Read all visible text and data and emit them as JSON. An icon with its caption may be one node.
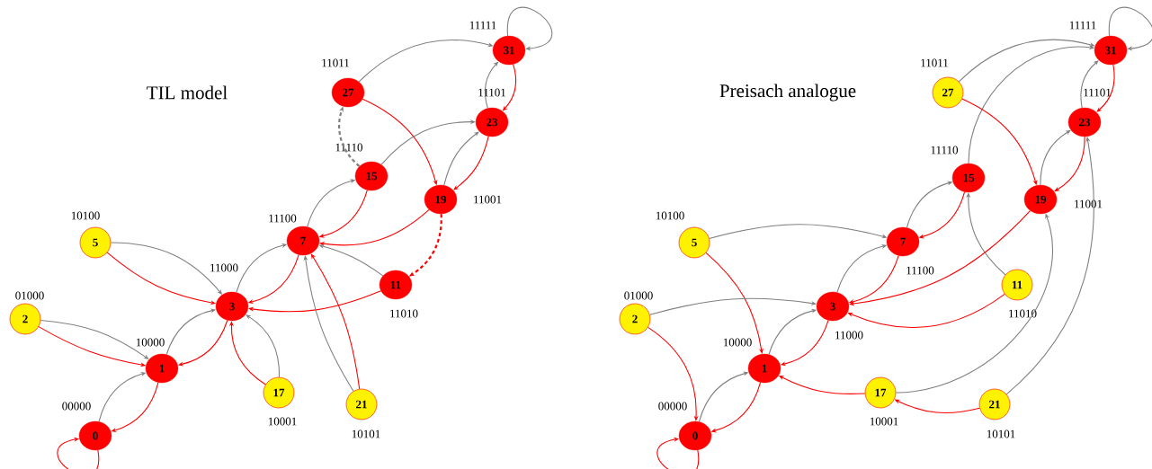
{
  "diagram": {
    "nodes": [
      {
        "text": [
          "31"
        ],
        "beside": [
          "11111"
        ]
      },
      {
        "text": [
          "27"
        ],
        "beside": [
          "11011"
        ]
      },
      {
        "text": [
          "23"
        ],
        "beside": [
          "11101"
        ]
      },
      {
        "text": [
          "15"
        ],
        "beside": [
          "11110"
        ]
      },
      {
        "text": [
          "19"
        ],
        "beside": [
          "11001"
        ]
      },
      {
        "text": [
          "5"
        ],
        "beside": [
          "10100"
        ]
      },
      {
        "text": [
          "7"
        ],
        "beside": [
          "11100"
        ]
      },
      {
        "text": [
          "11"
        ],
        "beside": [
          "11010"
        ]
      },
      {
        "text": [
          "2"
        ],
        "beside": [
          "01000"
        ]
      },
      {
        "text": [
          "3"
        ],
        "beside": [
          "11000"
        ]
      },
      {
        "text": [
          "1"
        ],
        "beside": [
          "10000"
        ]
      },
      {
        "text": [
          "17"
        ],
        "beside": [
          "10001"
        ]
      },
      {
        "text": [
          "21"
        ],
        "beside": [
          "10101"
        ]
      },
      {
        "text": [
          "0"
        ],
        "beside": [
          "00000"
        ]
      },
      {
        "text": [
          "31"
        ],
        "beside": [
          "11111"
        ]
      },
      {
        "text": [
          "27"
        ],
        "beside": [
          "11011"
        ]
      },
      {
        "text": [
          "23"
        ],
        "beside": [
          "11101"
        ]
      },
      {
        "text": [
          "15"
        ],
        "beside": [
          "11110"
        ]
      },
      {
        "text": [
          "19"
        ],
        "beside": [
          "11001"
        ]
      },
      {
        "text": [
          "5"
        ],
        "beside": [
          "10100"
        ]
      },
      {
        "text": [
          "7"
        ],
        "beside": [
          "11100"
        ]
      },
      {
        "text": [
          "11"
        ],
        "beside": [
          "11010"
        ]
      },
      {
        "text": [
          "2"
        ],
        "beside": [
          "01000"
        ]
      },
      {
        "text": [
          "3"
        ],
        "beside": [
          "11000"
        ]
      },
      {
        "text": [
          "1"
        ],
        "beside": [
          "10000"
        ]
      },
      {
        "text": [
          "17"
        ],
        "beside": [
          "10001"
        ]
      },
      {
        "text": [
          "21"
        ],
        "beside": [
          "10101"
        ]
      },
      {
        "text": [
          "0"
        ],
        "beside": [
          "00000"
        ]
      }
    ],
    "edges": [
      {
        "from": 0,
        "to": 0,
        "arrow": "to",
        "color": "#808080"
      },
      {
        "from": 1,
        "to": 0,
        "arrow": "to",
        "color": "#808080"
      },
      {
        "from": 2,
        "to": 0,
        "arrow": "to",
        "color": "#808080"
      },
      {
        "from": 0,
        "to": 2,
        "arrow": "to",
        "color": "#ff0000"
      },
      {
        "from": 1,
        "to": 4,
        "arrow": "to",
        "color": "#ff0000"
      },
      {
        "from": 3,
        "to": 1,
        "arrow": "to",
        "color": "#808080",
        "style": "dashed"
      },
      {
        "from": 3,
        "to": 2,
        "arrow": "to",
        "color": "#808080"
      },
      {
        "from": 4,
        "to": 2,
        "arrow": "to",
        "color": "#808080"
      },
      {
        "from": 2,
        "to": 4,
        "arrow": "to",
        "color": "#ff0000"
      },
      {
        "from": 6,
        "to": 3,
        "arrow": "to",
        "color": "#808080"
      },
      {
        "from": 3,
        "to": 6,
        "arrow": "to",
        "color": "#ff0000"
      },
      {
        "from": 4,
        "to": 6,
        "arrow": "to",
        "color": "#ff0000"
      },
      {
        "from": 4,
        "to": 7,
        "arrow": "to",
        "color": "#ff0000",
        "style": "dashed"
      },
      {
        "from": 7,
        "to": 6,
        "arrow": "to",
        "color": "#808080"
      },
      {
        "from": 7,
        "to": 9,
        "arrow": "to",
        "color": "#ff0000"
      },
      {
        "from": 5,
        "to": 9,
        "arrow": "to",
        "color": "#808080"
      },
      {
        "from": 5,
        "to": 9,
        "arrow": "to",
        "color": "#ff0000"
      },
      {
        "from": 9,
        "to": 6,
        "arrow": "to",
        "color": "#808080"
      },
      {
        "from": 6,
        "to": 9,
        "arrow": "to",
        "color": "#ff0000"
      },
      {
        "from": 8,
        "to": 10,
        "arrow": "to",
        "color": "#808080"
      },
      {
        "from": 8,
        "to": 10,
        "arrow": "to",
        "color": "#ff0000"
      },
      {
        "from": 10,
        "to": 9,
        "arrow": "to",
        "color": "#808080"
      },
      {
        "from": 9,
        "to": 10,
        "arrow": "to",
        "color": "#ff0000"
      },
      {
        "from": 11,
        "to": 9,
        "arrow": "to",
        "color": "#ff0000"
      },
      {
        "from": 11,
        "to": 9,
        "arrow": "to",
        "color": "#808080"
      },
      {
        "from": 12,
        "to": 6,
        "arrow": "to",
        "color": "#808080"
      },
      {
        "from": 12,
        "to": 6,
        "arrow": "to",
        "color": "#ff0000"
      },
      {
        "from": 13,
        "to": 10,
        "arrow": "to",
        "color": "#808080"
      },
      {
        "from": 10,
        "to": 13,
        "arrow": "to",
        "color": "#ff0000"
      },
      {
        "from": 13,
        "to": 13,
        "arrow": "to",
        "color": "#ff0000"
      },
      {
        "from": 14,
        "to": 14,
        "arrow": "to",
        "color": "#808080"
      },
      {
        "from": 15,
        "to": 14,
        "arrow": "to",
        "color": "#808080"
      },
      {
        "from": 17,
        "to": 14,
        "arrow": "to",
        "color": "#808080"
      },
      {
        "from": 16,
        "to": 14,
        "arrow": "to",
        "color": "#808080"
      },
      {
        "from": 14,
        "to": 16,
        "arrow": "to",
        "color": "#ff0000"
      },
      {
        "from": 15,
        "to": 18,
        "arrow": "to",
        "color": "#ff0000"
      },
      {
        "from": 18,
        "to": 16,
        "arrow": "to",
        "color": "#808080"
      },
      {
        "from": 16,
        "to": 18,
        "arrow": "to",
        "color": "#ff0000"
      },
      {
        "from": 20,
        "to": 17,
        "arrow": "to",
        "color": "#808080"
      },
      {
        "from": 17,
        "to": 20,
        "arrow": "to",
        "color": "#ff0000"
      },
      {
        "from": 21,
        "to": 17,
        "arrow": "to",
        "color": "#808080"
      },
      {
        "from": 18,
        "to": 23,
        "arrow": "to",
        "color": "#ff0000"
      },
      {
        "from": 21,
        "to": 23,
        "arrow": "to",
        "color": "#ff0000"
      },
      {
        "from": 19,
        "to": 20,
        "arrow": "to",
        "color": "#808080"
      },
      {
        "from": 19,
        "to": 24,
        "arrow": "to",
        "color": "#ff0000"
      },
      {
        "from": 23,
        "to": 20,
        "arrow": "to",
        "color": "#808080"
      },
      {
        "from": 20,
        "to": 23,
        "arrow": "to",
        "color": "#ff0000"
      },
      {
        "from": 22,
        "to": 23,
        "arrow": "to",
        "color": "#808080"
      },
      {
        "from": 22,
        "to": 27,
        "arrow": "to",
        "color": "#ff0000"
      },
      {
        "from": 24,
        "to": 23,
        "arrow": "to",
        "color": "#808080"
      },
      {
        "from": 23,
        "to": 24,
        "arrow": "to",
        "color": "#ff0000"
      },
      {
        "from": 25,
        "to": 24,
        "arrow": "to",
        "color": "#ff0000"
      },
      {
        "from": 25,
        "to": 18,
        "arrow": "to",
        "color": "#808080"
      },
      {
        "from": 26,
        "to": 25,
        "arrow": "to",
        "color": "#ff0000"
      },
      {
        "from": 26,
        "to": 16,
        "arrow": "to",
        "color": "#808080"
      },
      {
        "from": 27,
        "to": 24,
        "arrow": "to",
        "color": "#808080"
      },
      {
        "from": 24,
        "to": 27,
        "arrow": "to",
        "color": "#ff0000"
      },
      {
        "from": 27,
        "to": 27,
        "arrow": "to",
        "color": "#ff0000"
      }
    ],
    "labels": [
      "TIL model",
      "Preisach analogue"
    ]
  }
}
